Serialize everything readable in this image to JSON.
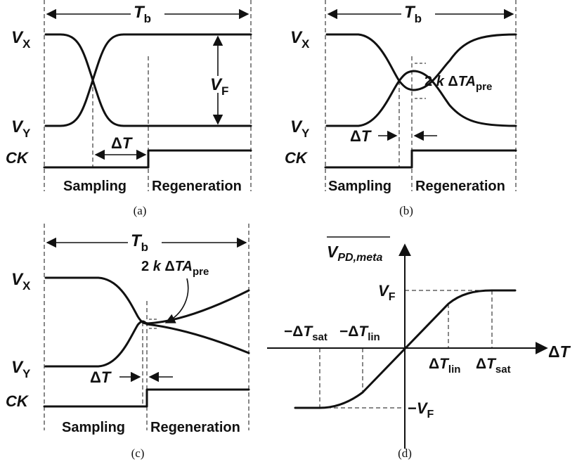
{
  "panel_a": {
    "tb_base": "T",
    "tb_sub": "b",
    "vx_base": "V",
    "vx_sub": "X",
    "vy_base": "V",
    "vy_sub": "Y",
    "vf_base": "V",
    "vf_sub": "F",
    "ck": "CK",
    "dt_delta": "Δ",
    "dt_t": "T",
    "sampling": "Sampling",
    "regeneration": "Regeneration",
    "caption": "(a)"
  },
  "panel_b": {
    "tb_base": "T",
    "tb_sub": "b",
    "vx_base": "V",
    "vx_sub": "X",
    "vy_base": "V",
    "vy_sub": "Y",
    "ck": "CK",
    "dt_delta": "Δ",
    "dt_t": "T",
    "amp_coef": "2 ",
    "amp_k": "k",
    "amp_delta": " Δ",
    "amp_t": "T",
    "amp_a": "A",
    "amp_sub": "pre",
    "sampling": "Sampling",
    "regeneration": "Regeneration",
    "caption": "(b)"
  },
  "panel_c": {
    "tb_base": "T",
    "tb_sub": "b",
    "vx_base": "V",
    "vx_sub": "X",
    "vy_base": "V",
    "vy_sub": "Y",
    "ck": "CK",
    "dt_delta": "Δ",
    "dt_t": "T",
    "amp_coef": "2 ",
    "amp_k": "k",
    "amp_delta": " Δ",
    "amp_t": "T",
    "amp_a": "A",
    "amp_sub": "pre",
    "sampling": "Sampling",
    "regeneration": "Regeneration",
    "caption": "(c)"
  },
  "panel_d": {
    "y_axis": "V",
    "y_axis_sub": "PD,meta",
    "x_axis_delta": "Δ",
    "x_axis_t": "T",
    "vf_pos_base": "V",
    "vf_pos_sub": "F",
    "vf_neg_minus": "−",
    "vf_neg_base": "V",
    "vf_neg_sub": "F",
    "neg_sat_minus": "−Δ",
    "neg_sat_t": "T",
    "neg_sat_sub": "sat",
    "neg_lin_minus": "−Δ",
    "neg_lin_t": "T",
    "neg_lin_sub": "lin",
    "lin_delta": "Δ",
    "lin_t": "T",
    "lin_sub": "lin",
    "sat_delta": "Δ",
    "sat_t": "T",
    "sat_sub": "sat",
    "caption": "(d)"
  }
}
